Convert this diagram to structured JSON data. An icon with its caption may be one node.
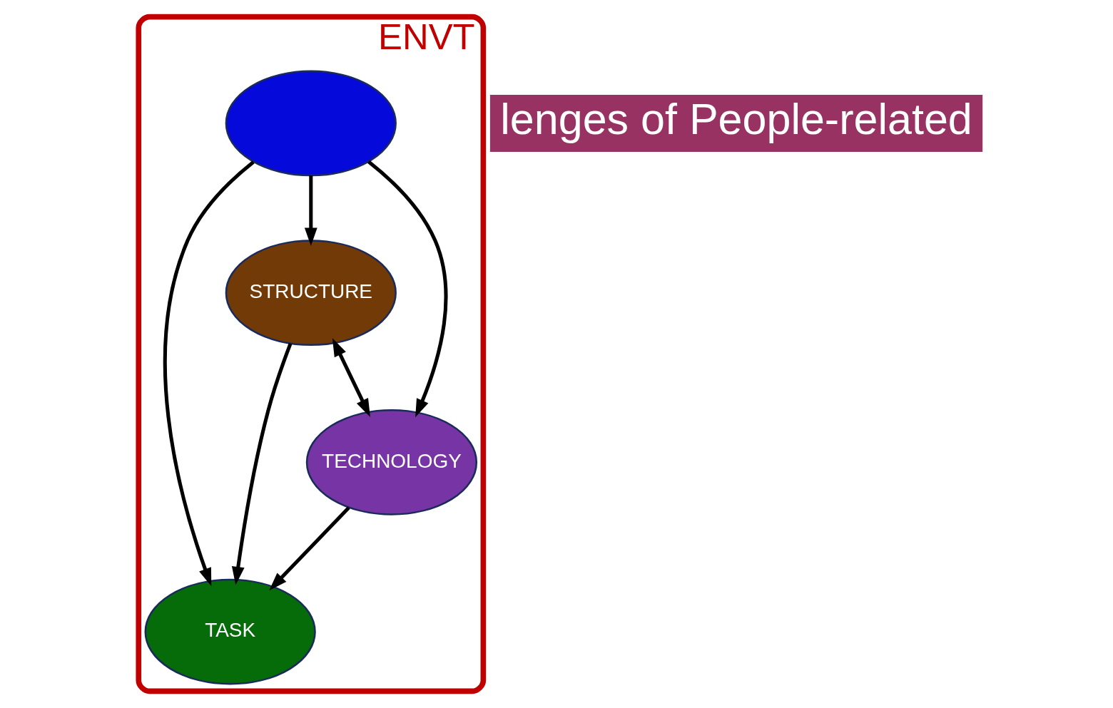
{
  "diagram": {
    "nodes": [
      {
        "text": [
          "ENVT"
        ]
      },
      {
        "text": [
          "TASK"
        ],
        "in": 0
      },
      {
        "text": [],
        "shape": "ellipse",
        "in": 0
      },
      {
        "text": [
          "STRUCTURE"
        ],
        "in": 0
      },
      {
        "text": [
          "TECHNOLOGY"
        ],
        "in": 0
      }
    ],
    "edges": [
      {
        "from": 3,
        "to": 1,
        "arrow": "to"
      },
      {
        "from": 2,
        "to": 1,
        "arrow": "to"
      },
      {
        "from": 4,
        "to": 1,
        "arrow": "to"
      },
      {
        "from": 2,
        "to": 3,
        "arrow": "to"
      },
      {
        "from": 2,
        "to": 4,
        "arrow": "to"
      },
      {
        "from": 3,
        "to": 4,
        "arrow": "both"
      }
    ],
    "labels": [
      "lenges of People-related"
    ]
  }
}
